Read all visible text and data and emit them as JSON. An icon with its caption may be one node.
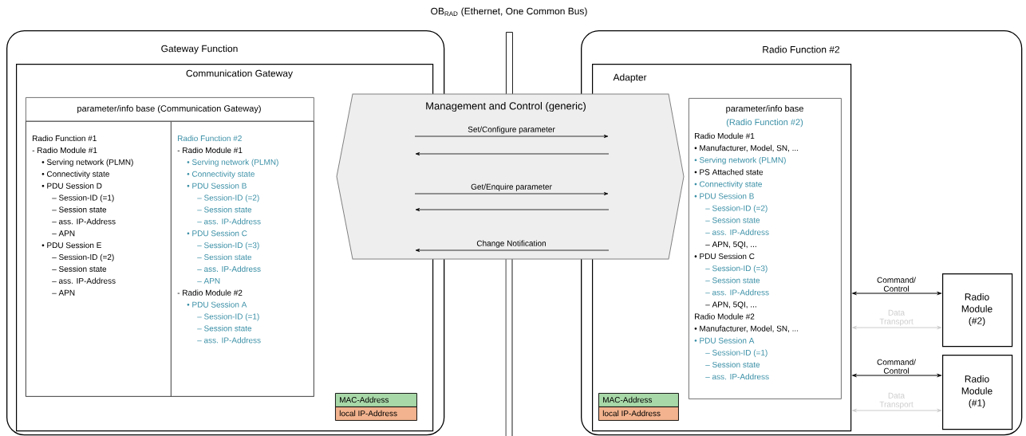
{
  "diagram": {
    "nodes": [
      {
        "text": [
          "OB$_{RAD}$ (Ethernet, One Common Bus)"
        ]
      },
      {
        "text": [
          "Gateway Function"
        ]
      },
      {
        "text": [
          "Communication Gateway"
        ],
        "in": 1
      },
      {
        "text": [
          "parameter/info base (Communication Gateway)"
        ],
        "in": 2
      },
      {
        "text": [
          "Radio Function #1",
          "- Radio Module #1",
          "• Serving network (PLMN)",
          "• Connectivity state",
          "• PDU Session D",
          "– Session-ID (=1)",
          "– Session state",
          "– ass. IP-Address",
          "– APN",
          "• PDU Session E",
          "– Session-ID (=2)",
          "– Session state",
          "– ass. IP-Address",
          "– APN"
        ],
        "in": 3
      },
      {
        "text": [
          "Radio Function #2",
          "- Radio Module #1",
          "• Serving network (PLMN)",
          "• Connectivity state",
          "• PDU Session B",
          "– Session-ID (=2)",
          "– Session state",
          "– ass. IP-Address",
          "• PDU Session C",
          "– Session-ID (=3)",
          "– Session state",
          "– ass. IP-Address",
          "– APN",
          "- Radio Module #2",
          "• PDU Session A",
          "– Session-ID (=1)",
          "– Session state",
          "– ass. IP-Address"
        ],
        "in": 3
      },
      {
        "text": [
          "MAC-Address"
        ],
        "in": 2
      },
      {
        "text": [
          "local IP-Address"
        ],
        "in": 2
      },
      {
        "text": [
          "Management and Control (generic)",
          "Set/Configure parameter",
          "Get/Enquire parameter",
          "Change Notification"
        ]
      },
      {
        "text": [
          "Radio Function #2"
        ]
      },
      {
        "text": [
          "Adapter"
        ],
        "in": 9
      },
      {
        "text": [
          "parameter/info base",
          "(Radio Function #2)",
          "Radio Module #1",
          "• Manufacturer, Model, SN, ...",
          "• Serving network (PLMN)",
          "• PS Attached state",
          "• Connectivity state",
          "• PDU Session B",
          "– Session-ID (=2)",
          "– Session state",
          "– ass. IP-Address",
          "– APN, 5QI, ...",
          "• PDU Session C",
          "– Session-ID (=3)",
          "– Session state",
          "– ass. IP-Address",
          "– APN, 5QI, ...",
          "Radio Module #2",
          "• Manufacturer, Model, SN, ...",
          "• PDU Session A",
          "– Session-ID (=1)",
          "– Session state",
          "– ass. IP-Address"
        ],
        "in": 10
      },
      {
        "text": [
          "MAC-Address"
        ],
        "in": 10
      },
      {
        "text": [
          "local IP-Address"
        ],
        "in": 10
      },
      {
        "text": [
          "Radio Module (#2)"
        ],
        "in": 9
      },
      {
        "text": [
          "Radio Module (#1)"
        ],
        "in": 9
      }
    ],
    "edges": [
      {
        "from": 10,
        "to": 14,
        "arrow": "both",
        "label": "Command/ Control"
      },
      {
        "from": 10,
        "to": 14,
        "arrow": "both",
        "label": "Data Transport",
        "color": "#cccccc"
      },
      {
        "from": 10,
        "to": 15,
        "arrow": "both",
        "label": "Command/ Control"
      },
      {
        "from": 10,
        "to": 15,
        "arrow": "both",
        "label": "Data Transport",
        "color": "#cccccc"
      }
    ]
  }
}
